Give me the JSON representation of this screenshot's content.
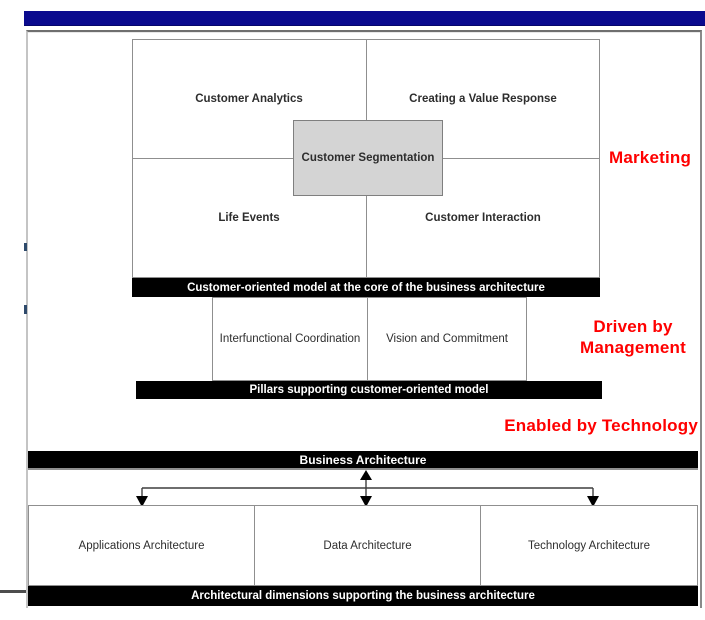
{
  "colors": {
    "title_bar_navy": "#0A0A8E",
    "annotation_red": "#FF0000",
    "caption_bar_black": "#000000",
    "segmentation_fill": "#D4D4D4"
  },
  "core_model": {
    "quadrants": [
      {
        "label": "Customer Analytics"
      },
      {
        "label": "Creating a Value Response"
      },
      {
        "label": "Life Events"
      },
      {
        "label": "Customer Interaction"
      }
    ],
    "center_label": "Customer Segmentation",
    "caption": "Customer-oriented model at the core of the business architecture"
  },
  "pillars": {
    "items": [
      {
        "label": "Interfunctional Coordination"
      },
      {
        "label": "Vision and Commitment"
      }
    ],
    "caption": "Pillars supporting customer-oriented model"
  },
  "annotations": {
    "marketing": "Marketing",
    "driven_by_management": "Driven by Management",
    "enabled_by_technology": "Enabled by Technology"
  },
  "business_architecture": {
    "label": "Business Architecture"
  },
  "dimensions": {
    "items": [
      {
        "label": "Applications Architecture"
      },
      {
        "label": "Data Architecture"
      },
      {
        "label": "Technology Architecture"
      }
    ],
    "caption": "Architectural dimensions supporting the business architecture"
  }
}
